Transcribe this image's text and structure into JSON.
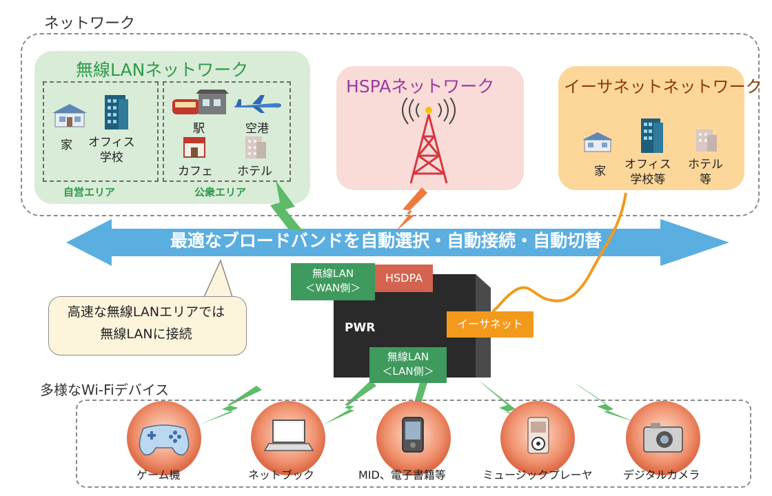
{
  "network_title": "ネットワーク",
  "wlan": {
    "title": "無線LANネットワーク",
    "private_area_label": "自営エリア",
    "public_area_label": "公衆エリア",
    "items": [
      "家",
      "オフィス\n学校",
      "駅",
      "空港",
      "カフェ",
      "ホテル"
    ]
  },
  "hspa": {
    "title": "HSPAネットワーク"
  },
  "ethernet_net": {
    "title": "イーサネットネットワーク",
    "items": [
      "家",
      "オフィス\n学校等",
      "ホテル\n等"
    ]
  },
  "main_arrow": {
    "label": "最適なブロードバンドを自動選択・自動接続・自動切替"
  },
  "callout": {
    "line1": "高速な無線LANエリアでは",
    "line2": "無線LANに接続"
  },
  "router": {
    "power_label": "PWR",
    "wan_tag_line1": "無線LAN",
    "wan_tag_line2": "＜WAN側＞",
    "hsdpa_tag": "HSDPA",
    "ethernet_tag": "イーサネット",
    "lan_tag_line1": "無線LAN",
    "lan_tag_line2": "＜LAN側＞"
  },
  "devices": {
    "title": "多様なWi-Fiデバイス",
    "items": [
      "ゲーム機",
      "ネットブック",
      "MID、電子書籍等",
      "ミュージックプレーヤ",
      "デジタルカメラ"
    ]
  },
  "colors": {
    "wlan_green": "#2e9a48",
    "hspa_purple": "#9b3aa0",
    "arrow_blue": "#5aaee0",
    "bolt_green": "#5dbb6a",
    "bolt_orange": "#ef7a3e",
    "router_black": "#2a2a2a",
    "device_circle": "#ec7e5a"
  }
}
